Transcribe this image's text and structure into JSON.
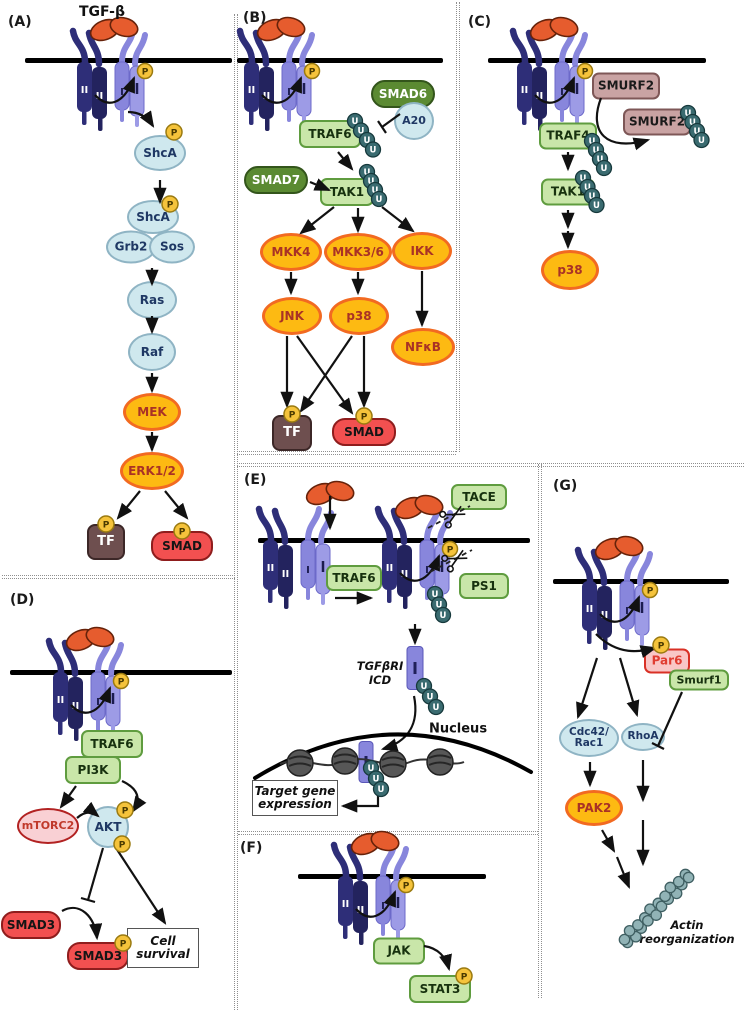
{
  "figure": {
    "ligand_label": "TGF-β"
  },
  "panels": {
    "A": {
      "label": "(A)"
    },
    "B": {
      "label": "(B)"
    },
    "C": {
      "label": "(C)"
    },
    "D": {
      "label": "(D)"
    },
    "E": {
      "label": "(E)"
    },
    "F": {
      "label": "(F)"
    },
    "G": {
      "label": "(G)"
    }
  },
  "nodes": {
    "shca": "ShcA",
    "grb2": "Grb2",
    "sos": "Sos",
    "ras": "Ras",
    "raf": "Raf",
    "mek": "MEK",
    "erk12": "ERK1/2",
    "tf": "TF",
    "smad": "SMAD",
    "smad6": "SMAD6",
    "a20": "A20",
    "traf6": "TRAF6",
    "smad7": "SMAD7",
    "tak1": "TAK1",
    "mkk4": "MKK4",
    "mkk36": "MKK3/6",
    "ikk": "IKK",
    "jnk": "JNK",
    "p38": "p38",
    "nfkb": "NFκB",
    "smurf2": "SMURF2",
    "traf4": "TRAF4",
    "pi3k": "PI3K",
    "mtorc2": "mTORC2",
    "akt": "AKT",
    "smad3": "SMAD3",
    "cell_survival": "Cell\nsurvival",
    "tace": "TACE",
    "ps1": "PS1",
    "tgfbri_icd": "TGFβRI\nICD",
    "nucleus": "Nucleus",
    "target_gene": "Target gene\nexpression",
    "jak": "JAK",
    "stat3": "STAT3",
    "par6": "Par6",
    "smurf1": "Smurf1",
    "cdc42_rac1": "Cdc42/\nRac1",
    "rhoa": "RhoA",
    "pak2": "PAK2",
    "actin": "Actin\nreorganization"
  },
  "badges": {
    "phospho": "P",
    "ubiquitin": "U"
  },
  "receptor": {
    "type_ii_label": "II",
    "type_i_label": "I"
  },
  "colors": {
    "membrane": "#000000",
    "receptor_type_ii": "#2E2E78",
    "receptor_type_ii_dark": "#23235E",
    "receptor_type_i": "#8886DC",
    "receptor_type_i_light": "#9D9BE6",
    "ligand": "#E65C2E",
    "phospho_badge": "#F5C33B",
    "ubiquitin_badge": "#3A6B70",
    "chromatin_gray": "#575757",
    "actin_teal": "#91B3B6",
    "arrow": "#111111"
  }
}
